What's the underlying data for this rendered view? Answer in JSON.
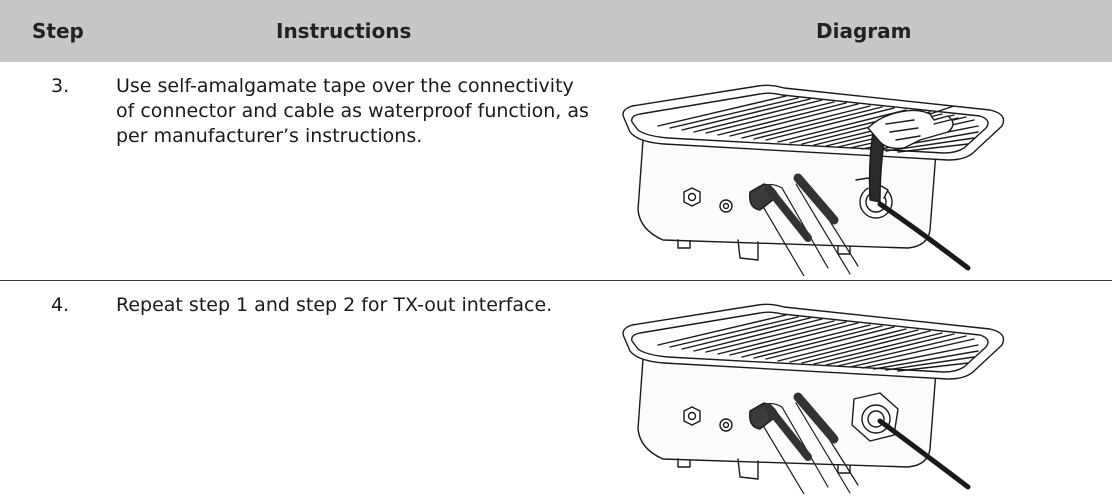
{
  "table": {
    "headers": {
      "step": "Step",
      "instructions": "Instructions",
      "diagram": "Diagram"
    },
    "rows": [
      {
        "step": "3.",
        "instruction": "Use self-amalgamate tape over the connectivity of connector and cable as waterproof function, as per manufacturer’s instructions.",
        "diagram_icon": "outdoor-unit-taping-diagram"
      },
      {
        "step": "4.",
        "instruction": "Repeat step 1 and step 2 for TX-out interface.",
        "diagram_icon": "outdoor-unit-connected-diagram"
      }
    ]
  }
}
